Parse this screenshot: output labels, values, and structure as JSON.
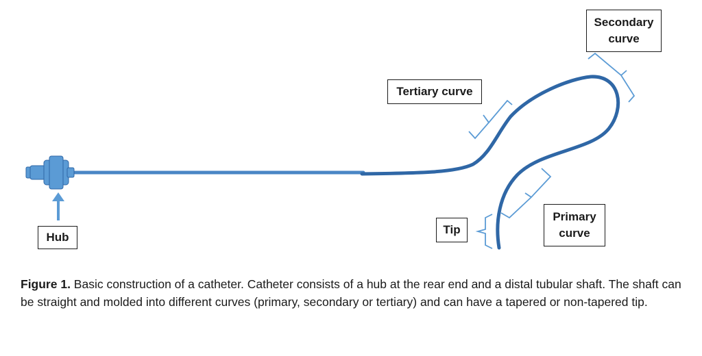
{
  "colors": {
    "shaft": "#4a86c5",
    "shaft_dark": "#2f67a6",
    "bracket": "#5b9bd5",
    "hub": "#5b9bd5",
    "text": "#1a1a1a"
  },
  "labels": {
    "hub": "Hub",
    "tertiary": "Tertiary curve",
    "secondary": "Secondary\ncurve",
    "primary": "Primary\ncurve",
    "tip": "Tip"
  },
  "caption": {
    "figure_number": "Figure 1.",
    "text": " Basic construction of a catheter. Catheter consists of a hub at the rear end and a distal tubular shaft. The shaft can be straight and molded into different curves (primary, secondary or tertiary) and can have a tapered or non-tapered tip."
  }
}
